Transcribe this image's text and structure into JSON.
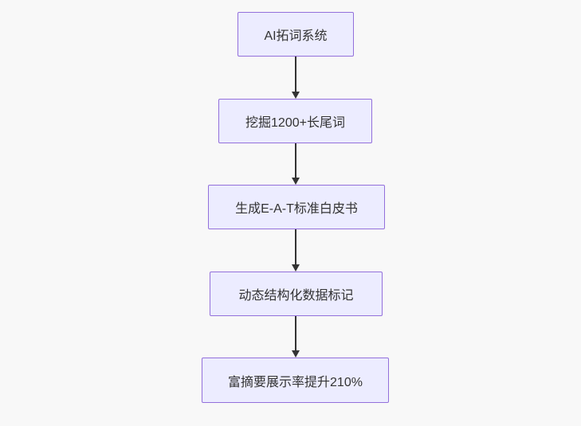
{
  "diagram": {
    "type": "flowchart",
    "direction": "top-down",
    "nodes": [
      {
        "id": "n1",
        "label": "AI拓词系统"
      },
      {
        "id": "n2",
        "label": "挖掘1200+长尾词"
      },
      {
        "id": "n3",
        "label": "生成E-A-T标准白皮书"
      },
      {
        "id": "n4",
        "label": "动态结构化数据标记"
      },
      {
        "id": "n5",
        "label": "富摘要展示率提升210%"
      }
    ],
    "edges": [
      {
        "from": "n1",
        "to": "n2"
      },
      {
        "from": "n2",
        "to": "n3"
      },
      {
        "from": "n3",
        "to": "n4"
      },
      {
        "from": "n4",
        "to": "n5"
      }
    ],
    "colors": {
      "background": "#f8f8f8",
      "node_fill": "#ECECFF",
      "node_border": "#9370DB",
      "edge": "#333333",
      "text": "#333333"
    }
  }
}
